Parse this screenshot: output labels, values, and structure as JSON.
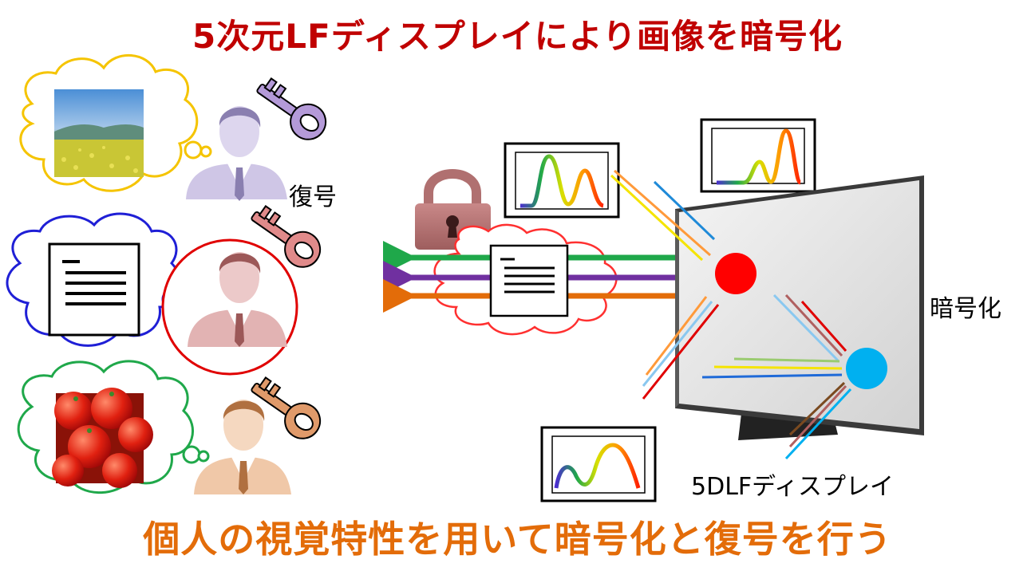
{
  "title": "5次元LFディスプレイにより画像を暗号化",
  "subtitle": "個人の視覚特性を用いて暗号化と復号を行う",
  "labels": {
    "decrypt": "復号",
    "encrypt": "暗号化",
    "display": "5DLFディスプレイ"
  },
  "colors": {
    "title": "#c00000",
    "subtitle": "#e36c09",
    "red_point": "#ff0000",
    "blue_point": "#00b0f0",
    "cloud_yellow": "#f5c400",
    "cloud_blue": "#1f1fd6",
    "cloud_green": "#1fa84a",
    "cloud_red": "#ff3030",
    "highlight_ring": "#e00000",
    "key_purple": "#b49ad8",
    "key_red": "#e08a8a",
    "key_orange": "#e09a6a"
  },
  "icons": [
    "key-icon",
    "padlock-icon",
    "document-icon",
    "person-icon",
    "thought-cloud-icon",
    "monitor-icon",
    "spectrum-graph-icon"
  ]
}
